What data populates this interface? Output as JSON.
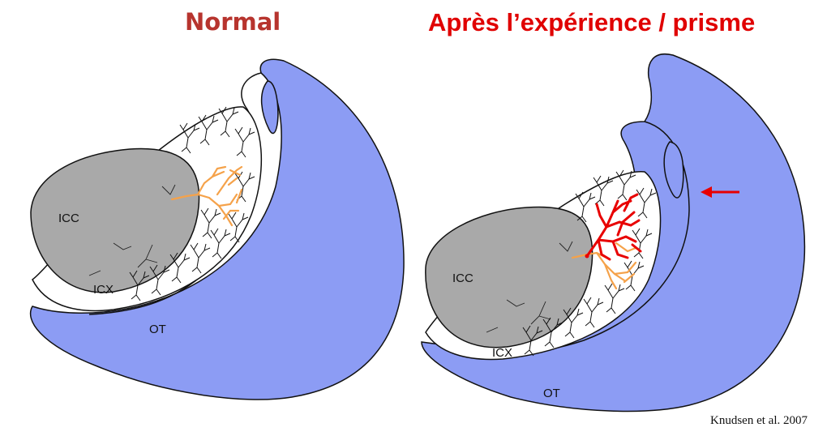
{
  "titles": {
    "normal": "Normal",
    "after": "Après l’expérience / prisme"
  },
  "labels": {
    "icc": "ICC",
    "icx": "ICX",
    "ot": "OT"
  },
  "citation": "Knudsen et al. 2007",
  "colors": {
    "ot_blue": "#8c9cf4",
    "icc_gray": "#a9a9a9",
    "normal_axon": "#f5a24a",
    "adapted_axon": "#e80000",
    "title_normal": "#b7342e",
    "title_after": "#e00000"
  },
  "arrow": {
    "direction": "left"
  }
}
